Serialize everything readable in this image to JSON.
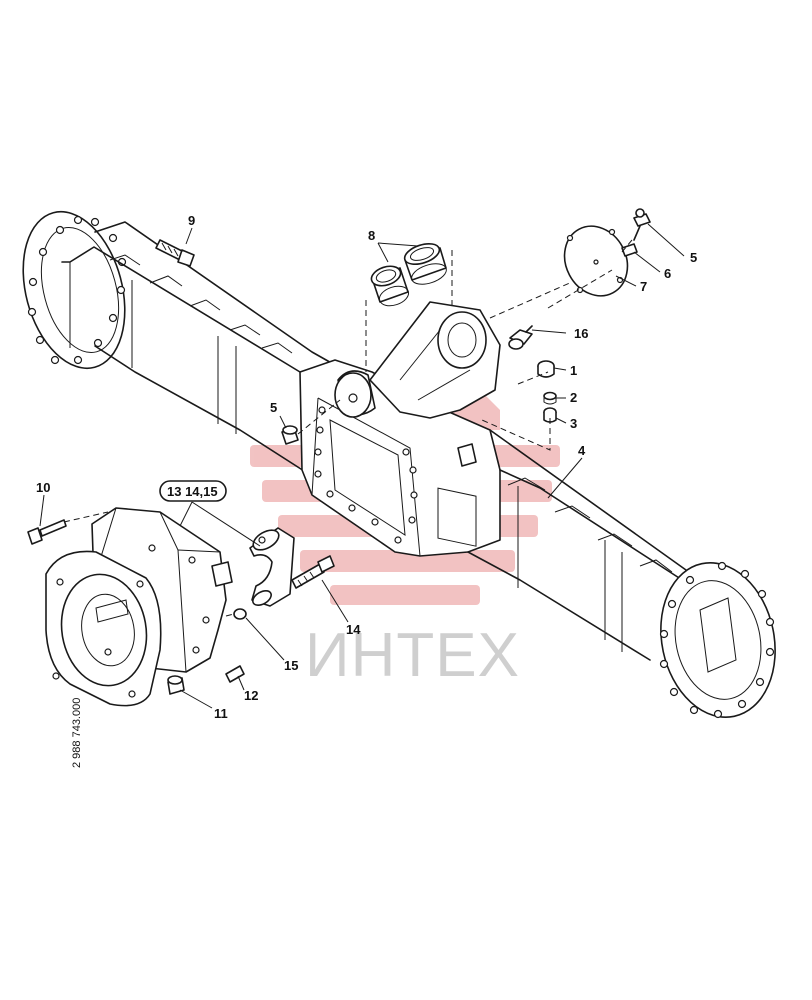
{
  "watermark": {
    "text": "ИНТЕХ",
    "logo_color": "#f0b8b8"
  },
  "document_number": "2 988 743.000",
  "callouts": {
    "c1": "1",
    "c2": "2",
    "c3": "3",
    "c4": "4",
    "c5a": "5",
    "c5b": "5",
    "c6": "6",
    "c7": "7",
    "c8": "8",
    "c9": "9",
    "c10": "10",
    "c11": "11",
    "c12": "12",
    "c13": "13 14,15",
    "c14": "14",
    "c15": "15",
    "c16": "16"
  }
}
